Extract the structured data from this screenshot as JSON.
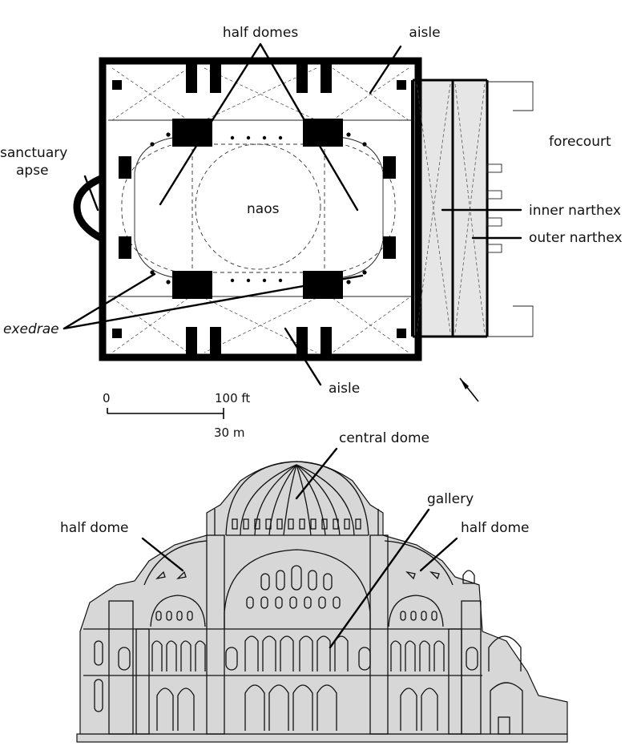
{
  "plan_labels": {
    "half_domes": "half domes",
    "aisle_top": "aisle",
    "sanctuary_line1": "sanctuary",
    "sanctuary_line2": "apse",
    "forecourt": "forecourt",
    "naos": "naos",
    "inner_narthex": "inner narthex",
    "outer_narthex": "outer narthex",
    "exedrae": "exedrae",
    "aisle_bottom": "aisle"
  },
  "scale_bar": {
    "zero": "0",
    "feet": "100 ft",
    "meters": "30 m"
  },
  "section_labels": {
    "central_dome": "central dome",
    "gallery": "gallery",
    "half_dome_left": "half dome",
    "half_dome_right": "half dome"
  },
  "colors": {
    "ink": "#000000",
    "paper": "#ffffff",
    "section_fill": "#d7d7d7",
    "narthex_fill": "#e6e6e6"
  },
  "icons": {
    "north_arrow": "compass-arrow-icon"
  }
}
